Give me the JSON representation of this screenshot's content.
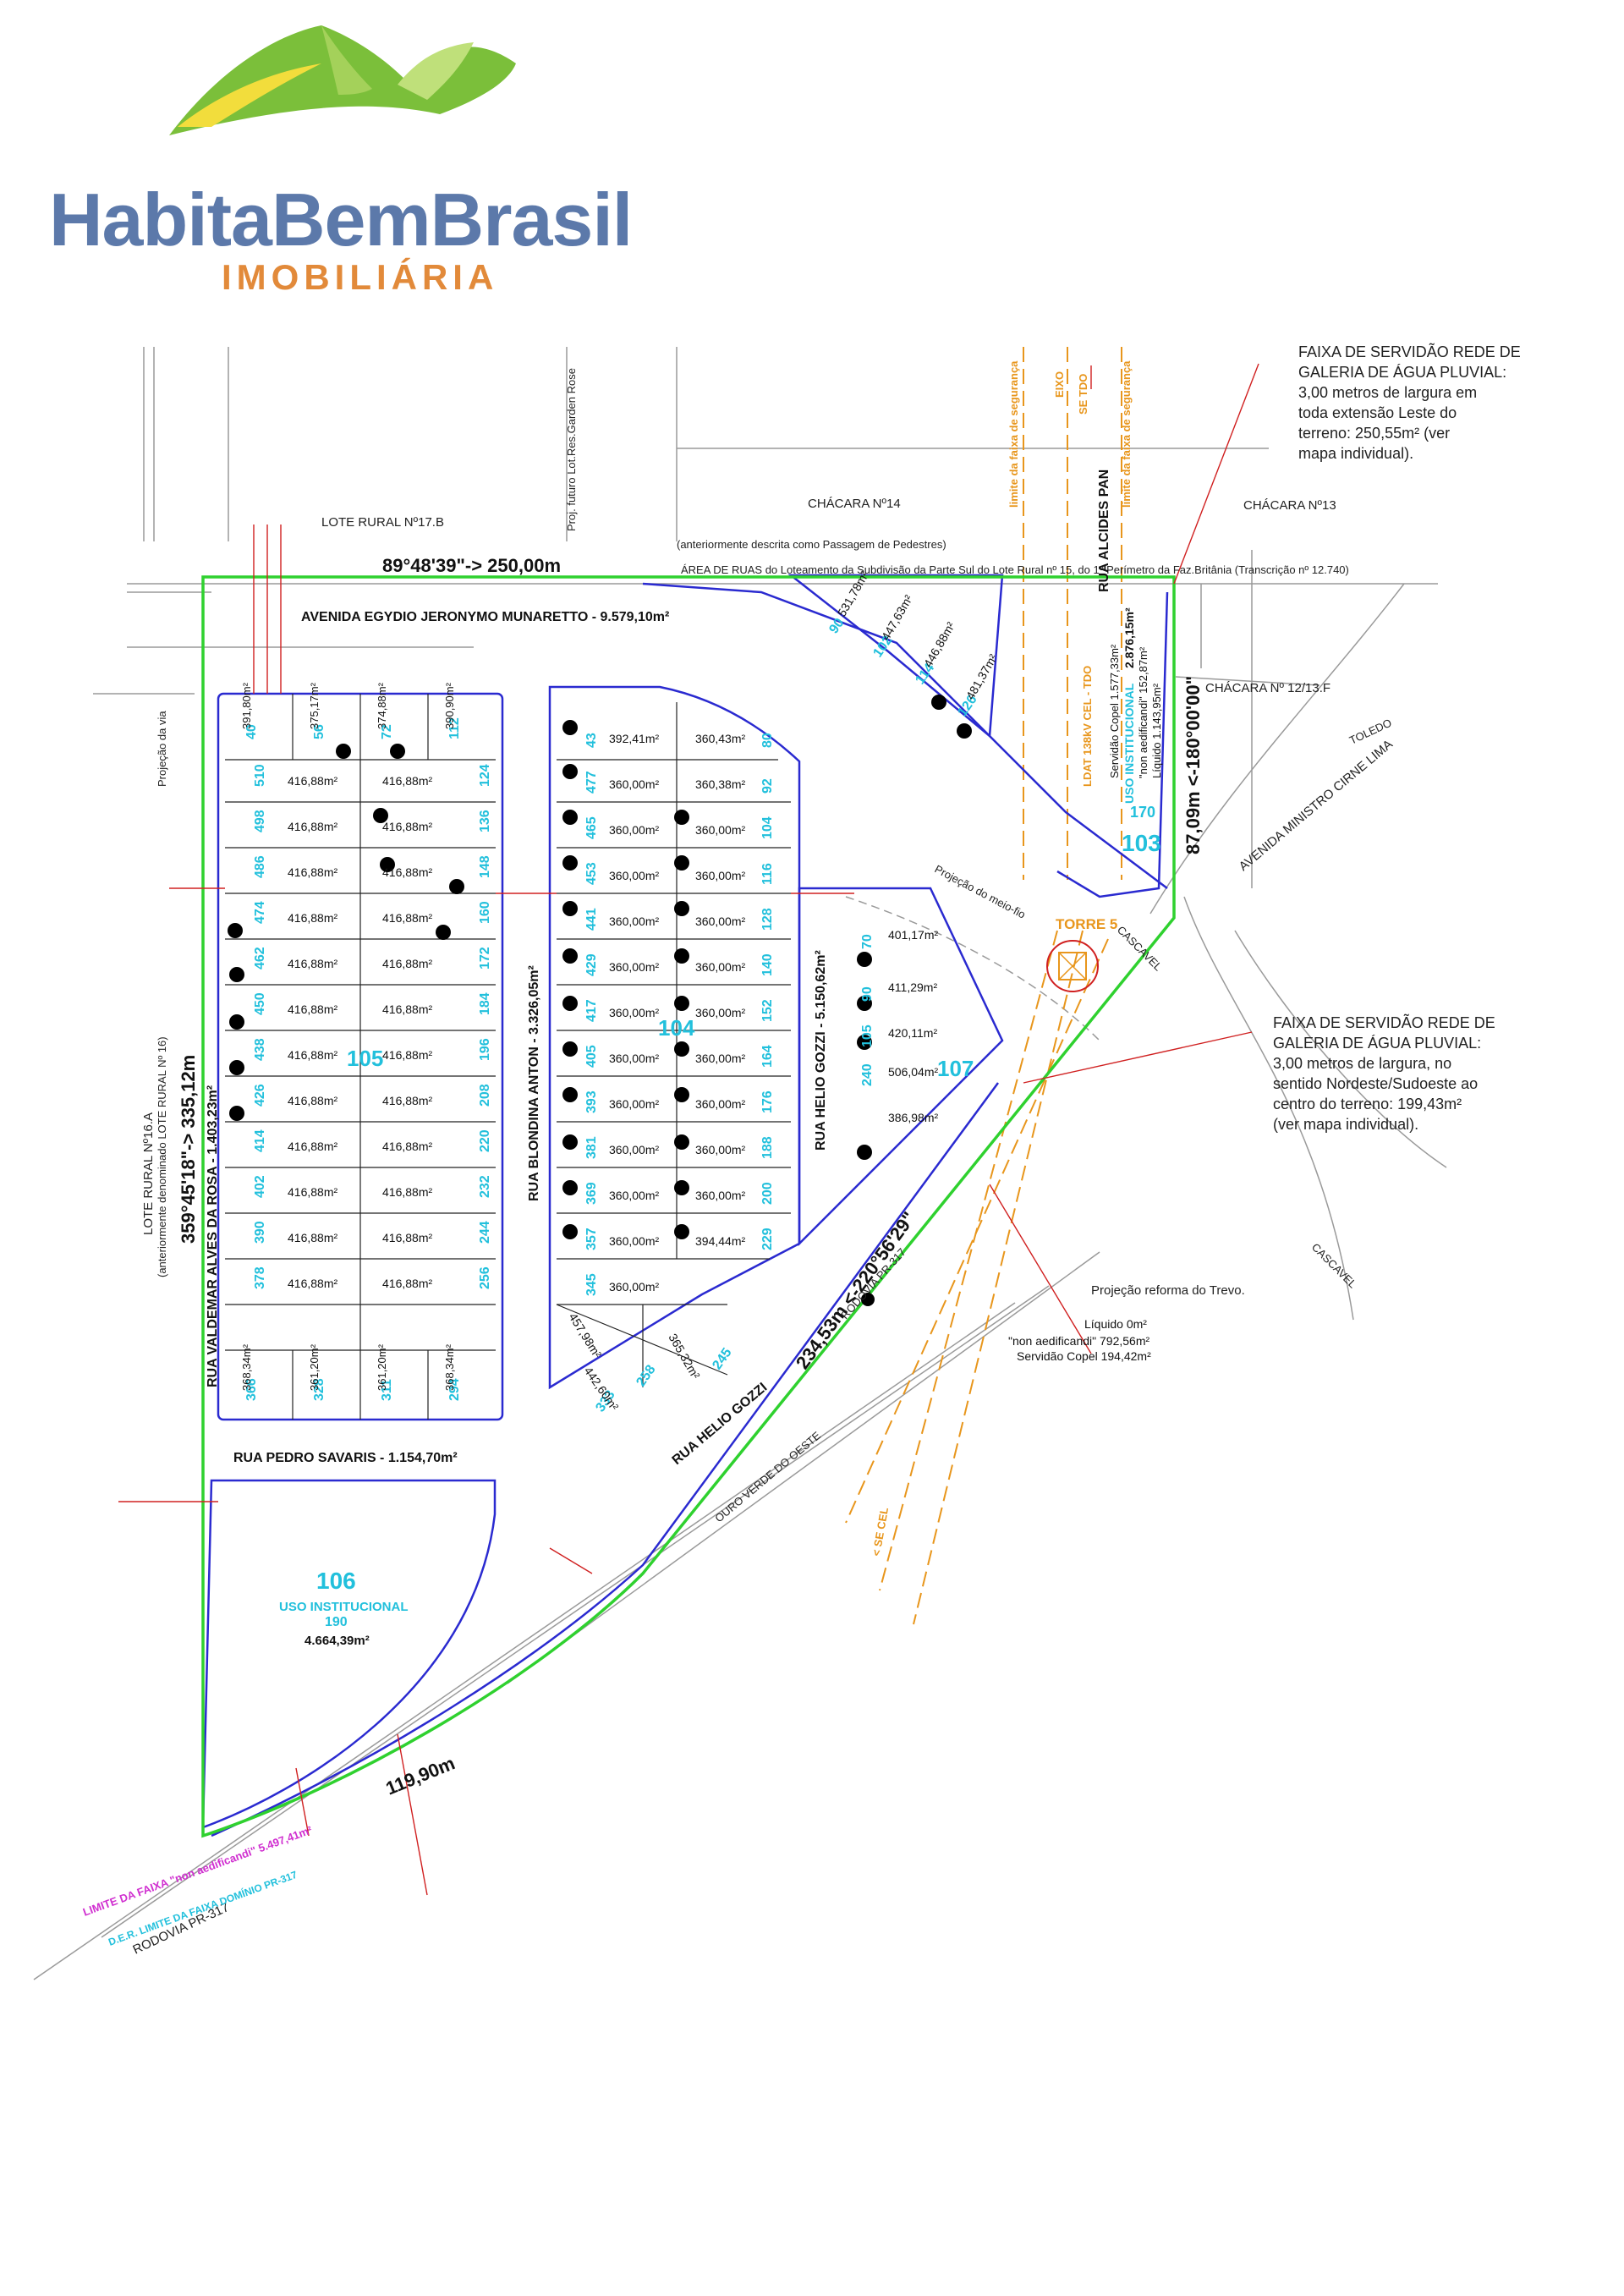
{
  "logo": {
    "brand": "HabitaBemBrasil",
    "subtitle": "IMOBILIÁRIA",
    "colors": {
      "mountain_green": "#7bbf3a",
      "mountain_yellow": "#f2dd3c",
      "text_blue": "#5c79aa",
      "subtitle_orange": "#e28a3a"
    }
  },
  "map": {
    "colors": {
      "boundary_green": "#2fd12f",
      "streets_blue": "#2a2ad0",
      "dim_red": "#d02020",
      "lot_cyan": "#22c0dc",
      "safety_orange": "#e8961c",
      "faixa_magenta": "#d02fd0"
    },
    "top_labels": {
      "lote_rural_17b": "LOTE RURAL Nº17.B",
      "chacara_14": "CHÁCARA Nº14",
      "chacara_13": "CHÁCARA Nº13",
      "chacara_12": "CHÁCARA Nº 12/13.F",
      "passagem": "(anteriormente descrita como Passagem de Pedestres)",
      "area_ruas": "ÁREA DE RUAS do Loteamento da Subdivisão da Parte Sul do Lote Rural nº 15, do 1º Perímetro da Faz.Britânia (Transcrição nº 12.740)",
      "proj_rose": "Proj. futuro Lot.Res.Garden Rose",
      "projecao_via": "Projeção da via"
    },
    "boundary": {
      "top": "89°48'39\"-> 250,00m",
      "left": "359°45'18\"-> 335,12m",
      "right": "87,09m <-180°00'00\"",
      "diagonal": "234,53m <-220°56'29\"",
      "bottom_arc": "119,90m"
    },
    "streets": {
      "av_egydio": "AVENIDA EGYDIO JERONYMO MUNARETTO - 9.579,10m²",
      "rua_valdemar": "RUA VALDEMAR ALVES DA ROSA - 1.403,23m²",
      "rua_blondina": "RUA BLONDINA ANTON - 3.326,05m²",
      "rua_helio_v": "RUA HELIO GOZZI - 5.150,62m²",
      "rua_helio_d": "RUA HELIO GOZZI",
      "rua_pedro": "RUA PEDRO SAVARIS - 1.154,70m²",
      "rua_alcides": "RUA ALCIDES PAN",
      "av_cirne": "AVENIDA MINISTRO CIRNE LIMA",
      "toledo": "TOLEDO",
      "cascavel1": "CASCAVEL",
      "cascavel2": "CASCAVEL",
      "rodovia1": "RODOVIA PR-317",
      "rodovia2": "RODOVIA PR-317",
      "ouro_verde": "OURO VERDE DO OESTE",
      "lote_rural_16a": "LOTE RURAL Nº16.A",
      "lote_rural_16a_sub": "(anteriormente denominado LOTE RURAL Nº 16)"
    },
    "safety": {
      "limite1": "limite da faixa de segurança",
      "limite2": "limite da faixa de segurança",
      "eixo": "EIXO",
      "se_tdo": "SE TDO",
      "ldat": "LDAT 138kV CEL - TDO",
      "torre": "TORRE 5",
      "se_cel": "< SE CEL"
    },
    "blocks": {
      "b105": "105",
      "b104": "104",
      "b103": "103",
      "b106": "106",
      "b107": "107",
      "b103_uso": "USO INSTITUCIONAL",
      "b103_area": "2.876,15m²",
      "b103_sub": "\"non aedificandi\" 152,87m²",
      "b103_liq": "Líquido 1.143,95m²",
      "b103_copel": "Servidão Copel 1.577,33m²",
      "b103_num": "170",
      "b106_uso": "USO INSTITUCIONAL",
      "b106_num": "190",
      "b106_area": "4.664,39m²",
      "liq_0": "Líquido 0m²",
      "non_aed": "\"non aedificandi\" 792,56m²",
      "serv_copel": "Servidão Copel 194,42m²",
      "proj_trevo": "Projeção reforma do Trevo.",
      "faixa_limite": "LIMITE DA FAIXA \"non aedificandi\" 5.497,41m²",
      "der_limite": "D.E.R. LIMITE DA FAIXA DOMÍNIO PR-317",
      "proj_meio_fio": "Projeção do meio-fio"
    },
    "notes": {
      "note1": [
        "FAIXA DE SERVIDÃO REDE DE",
        "GALERIA DE ÁGUA PLUVIAL:",
        "3,00 metros de largura em",
        "toda extensão Leste do",
        "terreno: 250,55m² (ver",
        "mapa individual)."
      ],
      "note2": [
        "FAIXA DE SERVIDÃO REDE DE",
        "GALERIA DE ÁGUA PLUVIAL:",
        "3,00 metros de largura, no",
        "sentido Nordeste/Sudoeste ao",
        "centro do terreno: 199,43m²",
        "(ver mapa individual)."
      ]
    },
    "block105_lots": [
      {
        "l": "40",
        "la": "391,80m²",
        "r": "56",
        "ra": "375,17m²",
        "r2": "72",
        "r2a": "374,88m²",
        "r3": "112",
        "r3a": "390,90m²"
      },
      {
        "l": "510",
        "la": "416,88m²",
        "r": "124",
        "ra": "416,88m²"
      },
      {
        "l": "498",
        "la": "416,88m²",
        "r": "136",
        "ra": "416,88m²"
      },
      {
        "l": "486",
        "la": "416,88m²",
        "r": "148",
        "ra": "416,88m²"
      },
      {
        "l": "474",
        "la": "416,88m²",
        "r": "160",
        "ra": "416,88m²"
      },
      {
        "l": "462",
        "la": "416,88m²",
        "r": "172",
        "ra": "416,88m²"
      },
      {
        "l": "450",
        "la": "416,88m²",
        "r": "184",
        "ra": "416,88m²"
      },
      {
        "l": "438",
        "la": "416,88m²",
        "r": "196",
        "ra": "416,88m²"
      },
      {
        "l": "426",
        "la": "416,88m²",
        "r": "208",
        "ra": "416,88m²"
      },
      {
        "l": "414",
        "la": "416,88m²",
        "r": "220",
        "ra": "416,88m²"
      },
      {
        "l": "402",
        "la": "416,88m²",
        "r": "232",
        "ra": "416,88m²"
      },
      {
        "l": "390",
        "la": "416,88m²",
        "r": "244",
        "ra": "416,88m²"
      },
      {
        "l": "378",
        "la": "416,88m²",
        "r": "256",
        "ra": "416,88m²"
      },
      {
        "l": "366",
        "la": "368,34m²",
        "r": "328",
        "ra": "361,20m²",
        "r2": "311",
        "r2a": "361,20m²",
        "r3": "294",
        "r3a": "368,34m²"
      }
    ],
    "block104_lots": [
      {
        "l": "43",
        "la": "392,41m²",
        "r": "80",
        "ra": "360,43m²"
      },
      {
        "l": "477",
        "la": "360,00m²",
        "r": "92",
        "ra": "360,38m²"
      },
      {
        "l": "465",
        "la": "360,00m²",
        "r": "104",
        "ra": "360,00m²"
      },
      {
        "l": "453",
        "la": "360,00m²",
        "r": "116",
        "ra": "360,00m²"
      },
      {
        "l": "441",
        "la": "360,00m²",
        "r": "128",
        "ra": "360,00m²"
      },
      {
        "l": "429",
        "la": "360,00m²",
        "r": "140",
        "ra": "360,00m²"
      },
      {
        "l": "417",
        "la": "360,00m²",
        "r": "152",
        "ra": "360,00m²"
      },
      {
        "l": "405",
        "la": "360,00m²",
        "r": "164",
        "ra": "360,00m²"
      },
      {
        "l": "393",
        "la": "360,00m²",
        "r": "176",
        "ra": "360,00m²"
      },
      {
        "l": "381",
        "la": "360,00m²",
        "r": "188",
        "ra": "360,00m²"
      },
      {
        "l": "369",
        "la": "360,00m²",
        "r": "200",
        "ra": "360,00m²"
      },
      {
        "l": "357",
        "la": "360,00m²",
        "r": "229",
        "ra": "394,44m²"
      },
      {
        "l": "345",
        "la": "360,00m²",
        "r": "245",
        "ra": "365,32m²"
      },
      {
        "l": "333",
        "la": "442,60m²",
        "r": "258",
        "ra": "457,98m²"
      }
    ],
    "block102_lots": [
      {
        "n": "90",
        "a": "531,78m²"
      },
      {
        "n": "102",
        "a": "447,63m²"
      },
      {
        "n": "114",
        "a": "446,88m²"
      },
      {
        "n": "126",
        "a": "481,37m²"
      }
    ],
    "block107_lots": [
      {
        "n": "70",
        "a": "401,17m²"
      },
      {
        "n": "90",
        "a": "411,29m²"
      },
      {
        "n": "105",
        "a": "420,11m²"
      },
      {
        "n": "240",
        "a": "506,04m²"
      },
      {
        "n": "",
        "a": "386,98m²"
      }
    ]
  }
}
